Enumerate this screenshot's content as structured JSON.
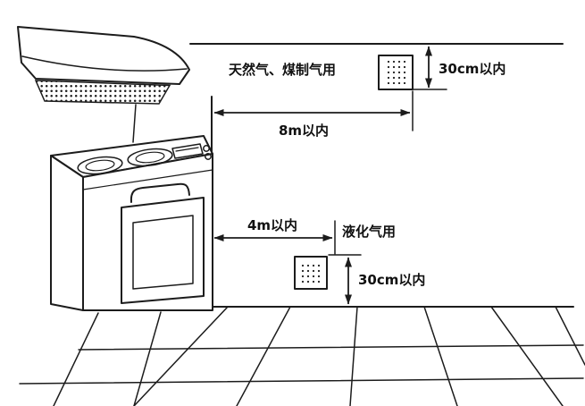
{
  "diagram": {
    "labels": {
      "top_detector_use": "天然气、煤制气用",
      "top_clearance": "30cm以内",
      "ceiling_distance": "8m以内",
      "stove_distance": "4m以内",
      "bottom_detector_use": "液化气用",
      "bottom_clearance": "30cm以内"
    },
    "colors": {
      "line": "#1c1c1c",
      "background": "#ffffff"
    }
  }
}
